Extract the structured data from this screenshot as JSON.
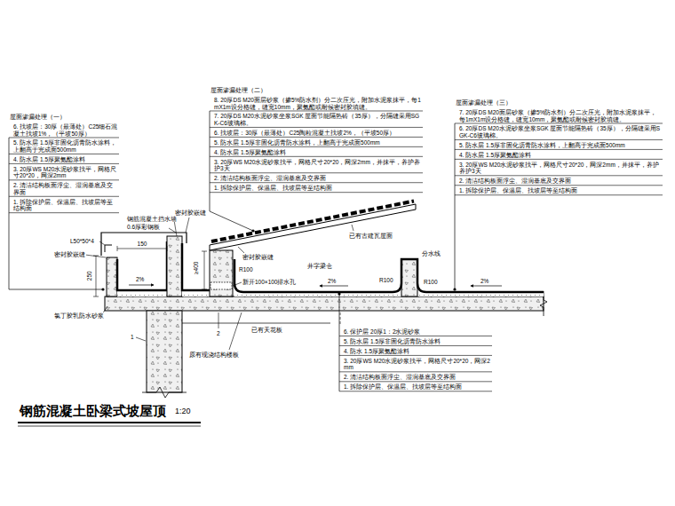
{
  "diagram": {
    "title": "钢筋混凝土卧梁式坡屋顶",
    "labels": [
      "屋面渗漏处理（一）",
      "6. 找坡层：30厚（最薄处）C25细石混凝土找坡1%，（平坡50厚）",
      "5. 防水层 1.5厚非固化沥青防水涂料，上翻高于完成面500mm",
      "4. 防水层 1.5厚聚氨酯涂料",
      "3. 20厚WS M20水泥砂浆找平，网格尺寸20*20，网深2mm",
      "2. 清洁结构板面浮尘、湿润基底及交界面",
      "1. 拆除保护层、保温层、找坡层等至结构面",
      "屋面渗漏处理（二）",
      "8. 20厚DS M20面层砂浆（掺5%防水剂）分二次压光，附加水泥浆抹平，每1mX1m设分格缝，缝宽10mm，聚氨酯或耐候密封胶填缝。",
      "7. 20厚DS M20水泥砂浆坐浆SGK 屋面节能隔热砖（35厚），分隔缝采用SGK-C6玻璃棉。",
      "6. 找坡层：30厚（最薄处）C25陶粒混凝土找坡2%，（平坡50厚）",
      "5. 防水层 1.5厚非固化沥青防水涂料，上翻高于完成面500mm",
      "4. 防水层 1.5厚聚氨酯涂料",
      "3. 20厚WS M20水泥砂浆找平，网格尺寸20*20，网深2mm，并抹平，养护养护3天",
      "2. 清洁结构板面浮尘、湿润基底及交界面",
      "1. 拆除保护层、保温层、找坡层等至结构面",
      "屋面渗漏处理（三）",
      "7. 20厚DS M20面层砂浆（掺5%防水剂）分二次压光，附加水泥浆抹平，每1mX1m设分格缝，缝宽10mm，聚氨酯或耐候密封胶填缝。",
      "6. 20厚DS M20水泥砂浆坐浆SGK 屋面节能隔热砖（35厚），分隔缝采用SGK-C6玻璃棉。",
      "5. 防水层 1.5厚非固化沥青防水涂料，上翻高于完成面500mm",
      "4. 防水层 1.5厚聚氨酯涂料",
      "3. 20厚WS M20水泥砂浆找平，网格尺寸20*20，网深2mm，并抹平，养护养护3天",
      "2. 清洁结构板面浮尘、湿润基底及交界面",
      "1. 拆除保护层、保温层、找坡层等至结构面",
      "6. 保护层 20厚1：2水泥砂浆",
      "5. 防水层 1.5厚非固化沥青防水涂料",
      "4. 防水 1.5厚聚氨酯涂料",
      "3. 20厚WS M20水泥砂浆找平，网格尺寸20*20，网深2mm",
      "2. 清洁结构板面浮尘、湿润基底及交界面",
      "1. 拆除保护层、保温层、找坡层等至结构面",
      "0.6厚彩钢板",
      "钢筋混凝土挡水墙",
      "L50*50*4",
      "密封胶嵌缝",
      "150",
      "250",
      "密封胶嵌缝",
      "密封胶嵌缝",
      "≥400",
      "已有古建瓦屋面",
      "新开100×100排水孔",
      "井字梁仓",
      "分水线",
      "R100",
      "R100",
      "R100",
      "2%",
      "2%",
      "2%",
      "氯丁胶乳防水砂浆",
      "1",
      "2",
      "已有天花板",
      "原有现浇结构楼板",
      "1:20"
    ]
  }
}
